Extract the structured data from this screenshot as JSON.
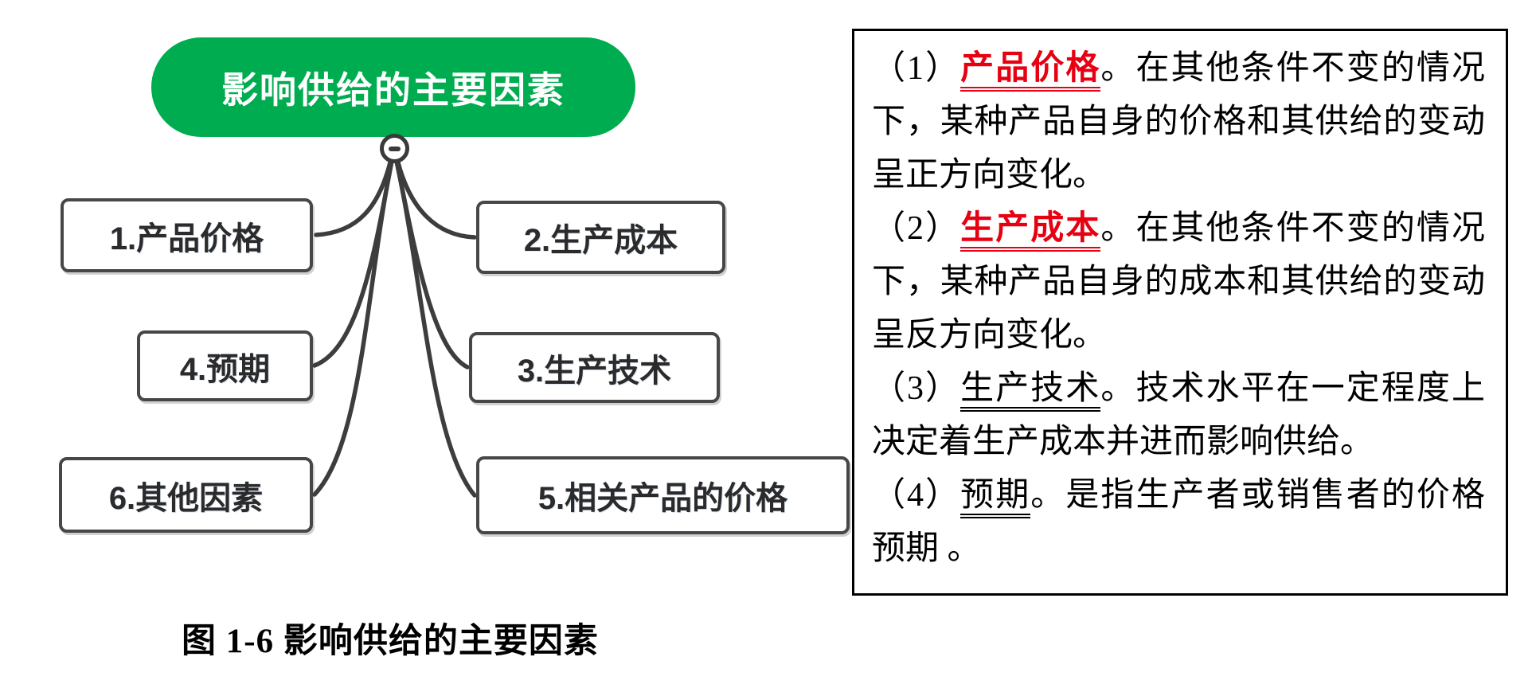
{
  "colors": {
    "root_green": "#00ac50",
    "connector_gray": "#3d3d3d",
    "keyword_red": "#e60012",
    "box_border": "#474747",
    "panel_border": "#000000"
  },
  "icons": {
    "collapse_minus": "−"
  },
  "mindmap": {
    "root_label": "影响供给的主要因素",
    "nodes": [
      {
        "label": "1.产品价格"
      },
      {
        "label": "2.生产成本"
      },
      {
        "label": "3.生产技术"
      },
      {
        "label": "4.预期"
      },
      {
        "label": "5.相关产品的价格"
      },
      {
        "label": "6.其他因素"
      }
    ]
  },
  "notes": {
    "items": [
      {
        "num": "（1）",
        "term": "产品价格",
        "style": "red",
        "rest": "。在其他条件不变的情况下，某种产品自身的价格和其供给的变动呈正方向变化。"
      },
      {
        "num": "（2）",
        "term": "生产成本",
        "style": "red",
        "rest": "。在其他条件不变的情况下，某种产品自身的成本和其供给的变动呈反方向变化。"
      },
      {
        "num": "（3）",
        "term": "生产技术",
        "style": "black",
        "rest": "。技术水平在一定程度上决定着生产成本并进而影响供给。"
      },
      {
        "num": "（4）",
        "term": "预期",
        "style": "black",
        "rest": "。是指生产者或销售者的价格预期 。"
      }
    ]
  },
  "figure_caption": "图 1-6 影响供给的主要因素"
}
